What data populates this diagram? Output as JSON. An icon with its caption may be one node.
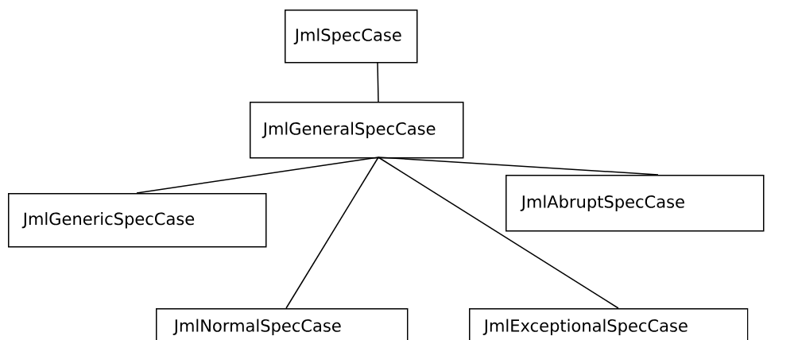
{
  "diagram": {
    "nodes": [
      {
        "text": [
          "JmlSpecCase"
        ]
      },
      {
        "text": [
          "JmlGeneralSpecCase"
        ]
      },
      {
        "text": [
          "JmlGenericSpecCase"
        ]
      },
      {
        "text": [
          "JmlAbruptSpecCase"
        ]
      },
      {
        "text": [
          "JmlNormalSpecCase"
        ]
      },
      {
        "text": [
          "JmlExceptionalSpecCase"
        ]
      }
    ],
    "edges": [
      {
        "from": 0,
        "to": 1,
        "arrow": "none"
      },
      {
        "from": 1,
        "to": 2,
        "arrow": "none"
      },
      {
        "from": 1,
        "to": 3,
        "arrow": "none"
      },
      {
        "from": 1,
        "to": 4,
        "arrow": "none"
      },
      {
        "from": 1,
        "to": 5,
        "arrow": "none"
      }
    ]
  }
}
